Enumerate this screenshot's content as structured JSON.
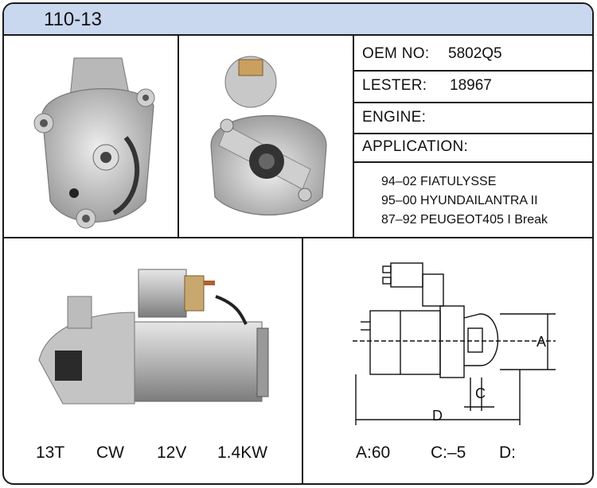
{
  "header": {
    "code": "110-13"
  },
  "specs": {
    "oem_label": "OEM NO:",
    "oem_value": "5802Q5",
    "lester_label": "LESTER:",
    "lester_value": "18967",
    "engine_label": "ENGINE:",
    "application_label": "APPLICATION:"
  },
  "applications": [
    "94–02 FIATULYSSE",
    "95–00 HYUNDAILANTRA II",
    "87–92 PEUGEOT405 I Break"
  ],
  "ratings": [
    "13T",
    "CW",
    "12V",
    "1.4KW"
  ],
  "dimensions": {
    "a": "A:60",
    "c": "C:–5",
    "d": "D:"
  },
  "drawing_labels": {
    "a": "A",
    "c": "C",
    "d": "D"
  },
  "colors": {
    "header_bg": "#c9d7ef",
    "border": "#1a1a1a"
  }
}
